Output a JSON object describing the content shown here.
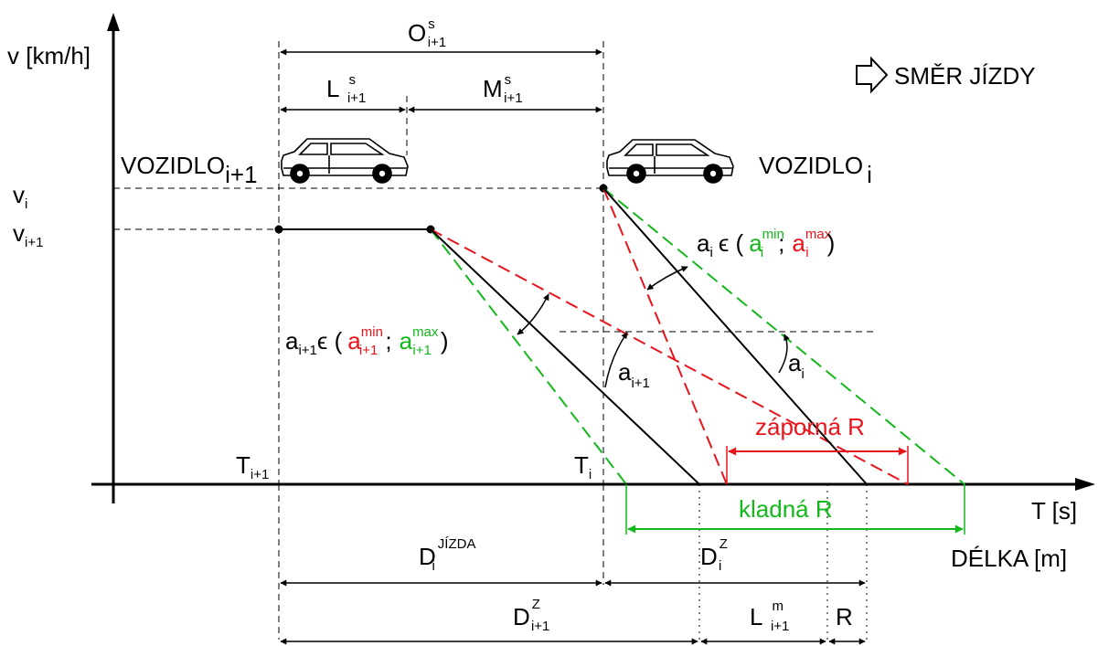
{
  "axes": {
    "y_label": "v [km/h]",
    "x_label_time": "T [s]",
    "x_label_length": "DÉLKA [m]"
  },
  "direction": {
    "label": "SMĚR JÍZDY",
    "icon": "arrow-right-icon"
  },
  "vehicles": {
    "rear": {
      "name": "VOZIDLO",
      "sub": "i+1"
    },
    "front": {
      "name": "VOZIDLO",
      "sub": "i"
    }
  },
  "speeds": {
    "v_i": {
      "base": "v",
      "sub": "i"
    },
    "v_i1": {
      "base": "v",
      "sub": "i+1"
    }
  },
  "times": {
    "T_i1": {
      "base": "T",
      "sub": "i+1"
    },
    "T_i": {
      "base": "T",
      "sub": "i"
    }
  },
  "top_dimensions": {
    "O": {
      "base": "O",
      "sup": "s",
      "sub": "i+1"
    },
    "L": {
      "base": "L",
      "sup": "s",
      "sub": "i+1"
    },
    "M": {
      "base": "M",
      "sup": "s",
      "sub": "i+1"
    }
  },
  "accelerations": {
    "range_i": {
      "base": "a",
      "sub": "i",
      "eps": "ϵ (",
      "min_base": "a",
      "min_sup": "min",
      "min_sub": "i",
      "sep": ";",
      "max_base": "a",
      "max_sup": "max",
      "max_sub": "i",
      "close": ")"
    },
    "range_i1": {
      "base": "a",
      "sub": "i+1",
      "eps": "ϵ (",
      "min_base": "a",
      "min_sup": "min",
      "min_sub": "i+1",
      "sep": ";",
      "max_base": "a",
      "max_sup": "max",
      "max_sub": "i+1",
      "close": ")"
    },
    "a_i": {
      "base": "a",
      "sub": "i"
    },
    "a_i1": {
      "base": "a",
      "sub": "i+1"
    }
  },
  "reserves": {
    "negative": "záporná R",
    "positive": "kladná R"
  },
  "bottom_dimensions": {
    "D_jizda": {
      "base": "D",
      "sup": "JÍZDA",
      "sub": "i"
    },
    "D_z_i": {
      "base": "D",
      "sup": "Z",
      "sub": "i"
    },
    "D_z_i1": {
      "base": "D",
      "sup": "Z",
      "sub": "i+1"
    },
    "L_m": {
      "base": "L",
      "sup": "m",
      "sub": "i+1"
    },
    "R": "R"
  },
  "colors": {
    "min_max_red": "#e8141b",
    "min_max_green": "#13b81b",
    "ink": "#000000"
  }
}
